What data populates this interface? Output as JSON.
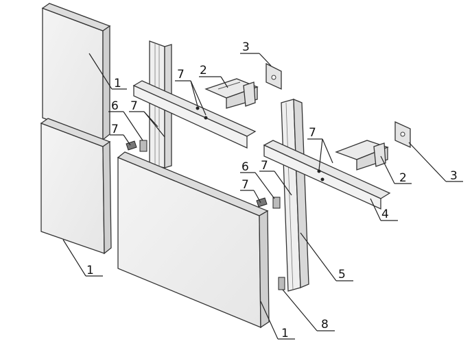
{
  "labels": {
    "panel_top": "1",
    "panel_left": "1",
    "panel_front": "1",
    "bracket_top": "2",
    "bracket_right": "2",
    "plate_top": "3",
    "plate_right": "3",
    "angle_rail": "4",
    "post_right": "5",
    "connector_a": "6",
    "connector_b": "6",
    "bolt_a1": "7",
    "bolt_a2": "7",
    "bolt_a3": "7",
    "bolt_b1": "7",
    "bolt_b2": "7",
    "bolt_b3": "7",
    "bottom_fitting": "8"
  }
}
